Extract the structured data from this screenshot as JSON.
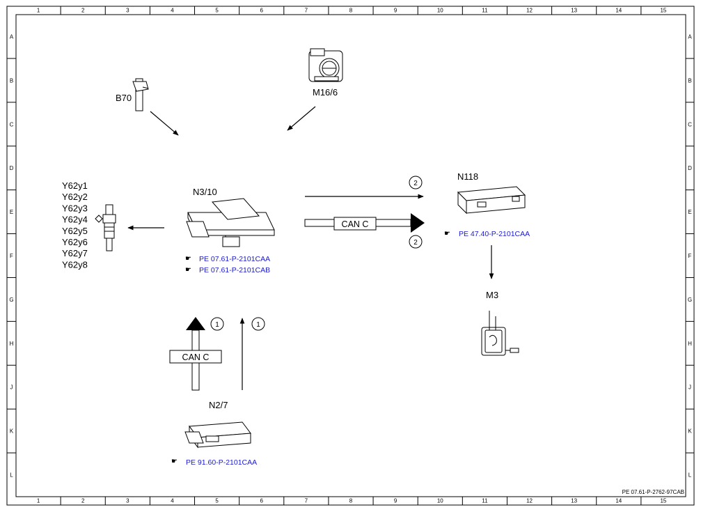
{
  "grid": {
    "columns": [
      "1",
      "2",
      "3",
      "4",
      "5",
      "6",
      "7",
      "8",
      "9",
      "10",
      "11",
      "12",
      "13",
      "14",
      "15"
    ],
    "rows": [
      "A",
      "B",
      "C",
      "D",
      "E",
      "F",
      "G",
      "H",
      "J",
      "K",
      "L"
    ]
  },
  "components": {
    "b70": "B70",
    "m16_6": "M16/6",
    "n3_10": "N3/10",
    "n118": "N118",
    "m3": "M3",
    "n2_7": "N2/7",
    "injectors": [
      "Y62y1",
      "Y62y2",
      "Y62y3",
      "Y62y4",
      "Y62y5",
      "Y62y6",
      "Y62y7",
      "Y62y8"
    ]
  },
  "references": {
    "n3_10_ref1": "PE 07.61-P-2101CAA",
    "n3_10_ref2": "PE 07.61-P-2101CAB",
    "n118_ref": "PE 47.40-P-2101CAA",
    "n2_7_ref": "PE 91.60-P-2101CAA"
  },
  "bus": {
    "right_label": "CAN C",
    "bottom_label": "CAN C"
  },
  "markers": {
    "right_upper": "2",
    "right_lower": "2",
    "bottom_left": "1",
    "bottom_right": "1"
  },
  "footer": {
    "doc_id": "PE 07.61-P-2762-97CAB"
  }
}
